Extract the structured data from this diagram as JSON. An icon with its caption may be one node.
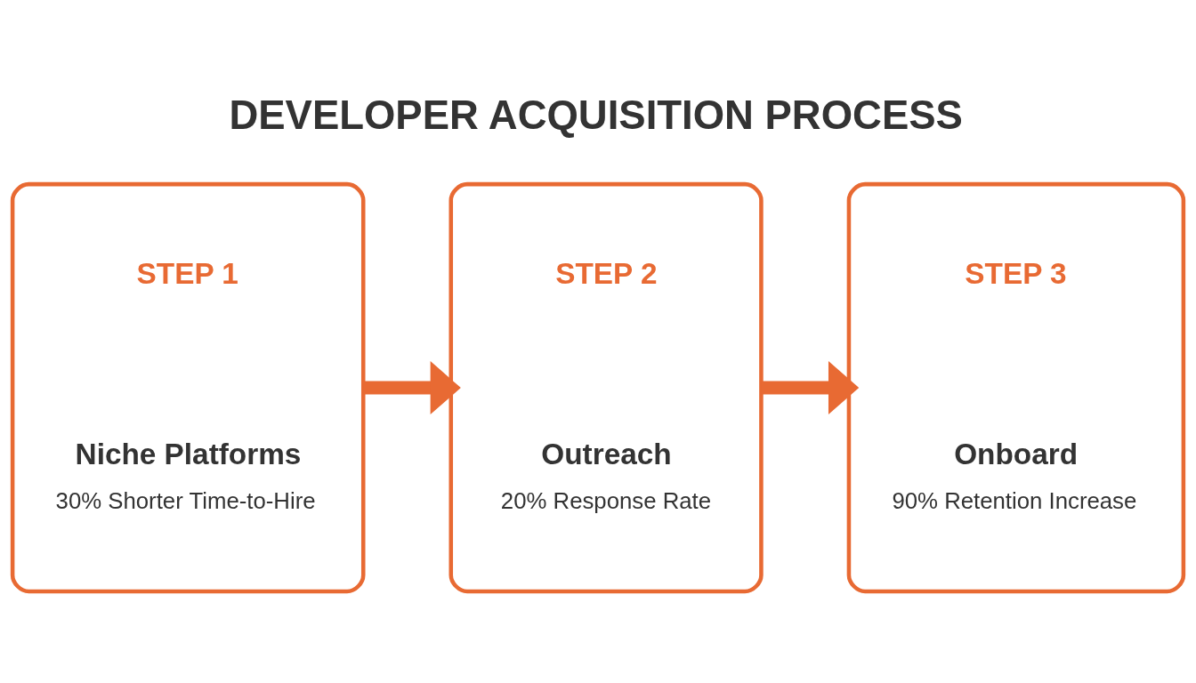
{
  "diagram": {
    "title": "DEVELOPER ACQUISITION PROCESS",
    "nodes": [
      {
        "text": [
          "STEP 1",
          "Niche Platforms",
          "30% Shorter Time-to-Hire"
        ]
      },
      {
        "text": [
          "STEP 2",
          "Outreach",
          "20% Response Rate"
        ]
      },
      {
        "text": [
          "STEP 3",
          "Onboard",
          "90% Retention Increase"
        ]
      }
    ],
    "edges": [
      {
        "from": 0,
        "to": 1,
        "arrow": "to"
      },
      {
        "from": 1,
        "to": 2,
        "arrow": "to"
      }
    ]
  }
}
